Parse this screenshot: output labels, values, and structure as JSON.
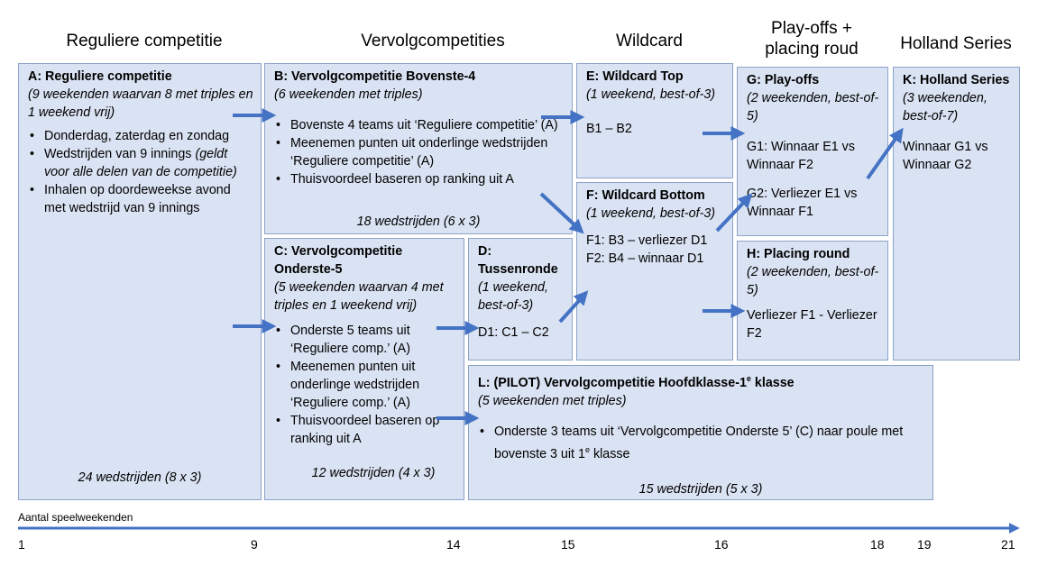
{
  "headers": {
    "regular": "Reguliere competitie",
    "followup": "Vervolgcompetities",
    "wildcard": "Wildcard",
    "playoffs": "Play-offs + placing roud",
    "holland": "Holland Series"
  },
  "box_a": {
    "title": "A: Reguliere competitie",
    "sub": "(9 weekenden waarvan 8 met triples en 1 weekend vrij)",
    "b1": "Donderdag, zaterdag en zondag",
    "b2": "Wedstrijden van 9 innings",
    "b2_italic": "(geldt voor alle delen van de competitie)",
    "b3": "Inhalen op doordeweekse avond met wedstrijd van 9 innings",
    "foot": "24 wedstrijden (8 x 3)"
  },
  "box_b": {
    "title": "B: Vervolgcompetitie Bovenste-4",
    "sub": "(6 weekenden met triples)",
    "b1": "Bovenste 4 teams uit ‘Reguliere competitie’ (A)",
    "b2": "Meenemen punten uit onderlinge wedstrijden ‘Reguliere competitie’ (A)",
    "b3": "Thuisvoordeel baseren op ranking uit A",
    "foot": "18 wedstrijden (6 x 3)"
  },
  "box_c": {
    "title": "C: Vervolgcompetitie Onderste-5",
    "sub": "(5 weekenden waarvan 4 met triples en 1 weekend vrij)",
    "b1": "Onderste 5 teams uit ‘Reguliere comp.’ (A)",
    "b2": "Meenemen punten uit onderlinge wedstrijden ‘Reguliere comp.’ (A)",
    "b3": "Thuisvoordeel baseren op ranking uit A",
    "foot": "12 wedstrijden (4 x 3)"
  },
  "box_d": {
    "title": "D: Tussenronde",
    "sub": "(1 weekend, best-of-3)",
    "line1": "D1: C1 – C2"
  },
  "box_e": {
    "title": "E: Wildcard Top",
    "sub": "(1 weekend, best-of-3)",
    "line1": "B1 – B2"
  },
  "box_f": {
    "title": "F: Wildcard Bottom",
    "sub": "(1 weekend, best-of-3)",
    "line1": "F1: B3 – verliezer D1",
    "line2": "F2: B4 – winnaar D1"
  },
  "box_g": {
    "title": "G: Play-offs",
    "sub": "(2 weekenden, best-of-5)",
    "line1": "G1: Winnaar E1 vs Winnaar F2",
    "line2": "G2: Verliezer E1 vs Winnaar F1"
  },
  "box_h": {
    "title": "H: Placing round",
    "sub": "(2 weekenden, best-of-5)",
    "line1": "Verliezer F1 - Verliezer F2"
  },
  "box_k": {
    "title": "K: Holland Series",
    "sub": "(3 weekenden, best-of-7)",
    "line1": "Winnaar G1 vs Winnaar G2"
  },
  "box_l": {
    "title_pre": "L: (PILOT) Vervolgcompetitie Hoofdklasse-1",
    "title_sup": "e",
    "title_post": " klasse",
    "sub": "(5 weekenden met triples)",
    "b1_pre": "Onderste 3 teams uit ‘Vervolgcompetitie Onderste 5’ (C) naar poule met bovenste 3 uit 1",
    "b1_sup": "e",
    "b1_post": " klasse",
    "foot": "15 wedstrijden (5 x 3)"
  },
  "timeline": {
    "label": "Aantal speelweekenden",
    "ticks": [
      "1",
      "9",
      "14",
      "15",
      "16",
      "18",
      "19",
      "21"
    ]
  },
  "colors": {
    "box_fill": "#dae3f3",
    "box_border": "#8ea3c7",
    "arrow": "#4472c4"
  }
}
